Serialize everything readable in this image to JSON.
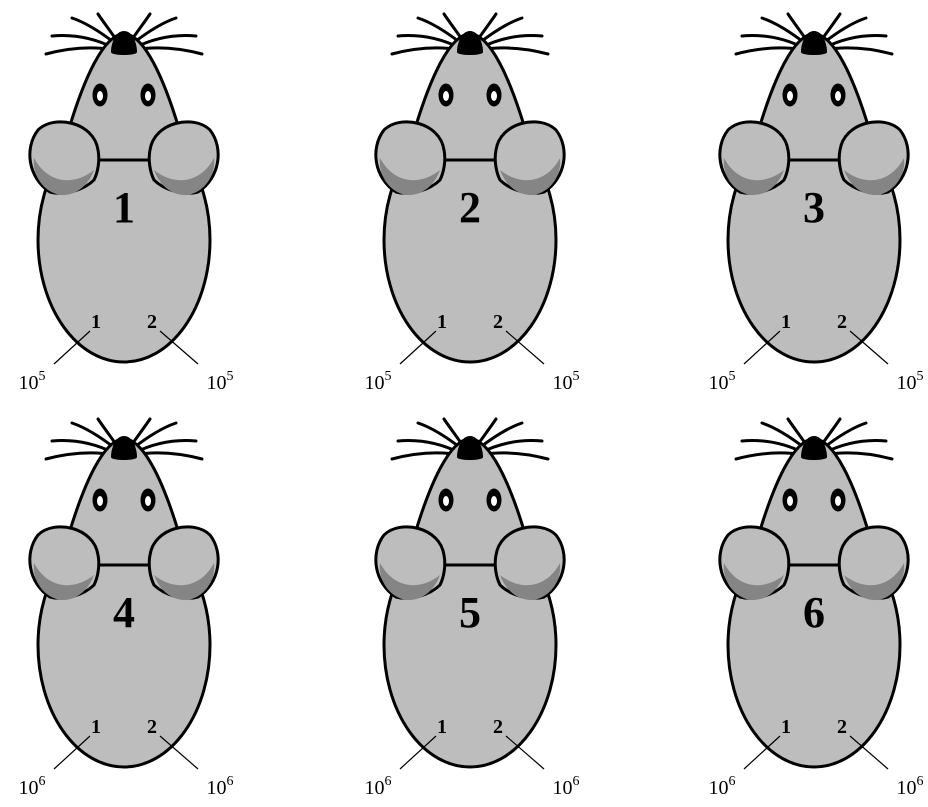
{
  "mice": [
    {
      "label": "1",
      "site_left": "1",
      "site_right": "2",
      "dose_left": {
        "base": "10",
        "exp": "5"
      },
      "dose_right": {
        "base": "10",
        "exp": "5"
      }
    },
    {
      "label": "2",
      "site_left": "1",
      "site_right": "2",
      "dose_left": {
        "base": "10",
        "exp": "5"
      },
      "dose_right": {
        "base": "10",
        "exp": "5"
      }
    },
    {
      "label": "3",
      "site_left": "1",
      "site_right": "2",
      "dose_left": {
        "base": "10",
        "exp": "5"
      },
      "dose_right": {
        "base": "10",
        "exp": "5"
      }
    },
    {
      "label": "4",
      "site_left": "1",
      "site_right": "2",
      "dose_left": {
        "base": "10",
        "exp": "6"
      },
      "dose_right": {
        "base": "10",
        "exp": "6"
      }
    },
    {
      "label": "5",
      "site_left": "1",
      "site_right": "2",
      "dose_left": {
        "base": "10",
        "exp": "6"
      },
      "dose_right": {
        "base": "10",
        "exp": "6"
      }
    },
    {
      "label": "6",
      "site_left": "1",
      "site_right": "2",
      "dose_left": {
        "base": "10",
        "exp": "6"
      },
      "dose_right": {
        "base": "10",
        "exp": "6"
      }
    }
  ],
  "colors": {
    "body": "#bdbdbd",
    "ear_inner": "#858585",
    "outline": "#000000",
    "eye_white": "#ffffff"
  }
}
